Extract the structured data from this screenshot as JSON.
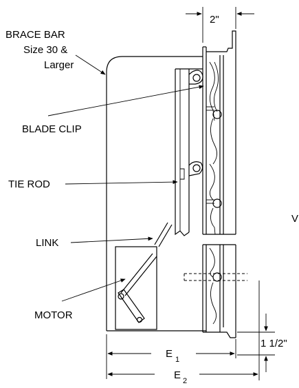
{
  "labels": {
    "brace_bar_line1": "BRACE BAR",
    "brace_bar_line2": "Size 30 &",
    "brace_bar_line3": "Larger",
    "blade_clip": "BLADE CLIP",
    "tie_rod": "TIE ROD",
    "link": "LINK",
    "motor": "MOTOR",
    "dim_top": "2\"",
    "dim_side": "1 1/2\"",
    "dim_e1": "E",
    "dim_e1_sub": "1",
    "dim_e2": "E",
    "dim_e2_sub": "2",
    "edge_mark": "V"
  }
}
